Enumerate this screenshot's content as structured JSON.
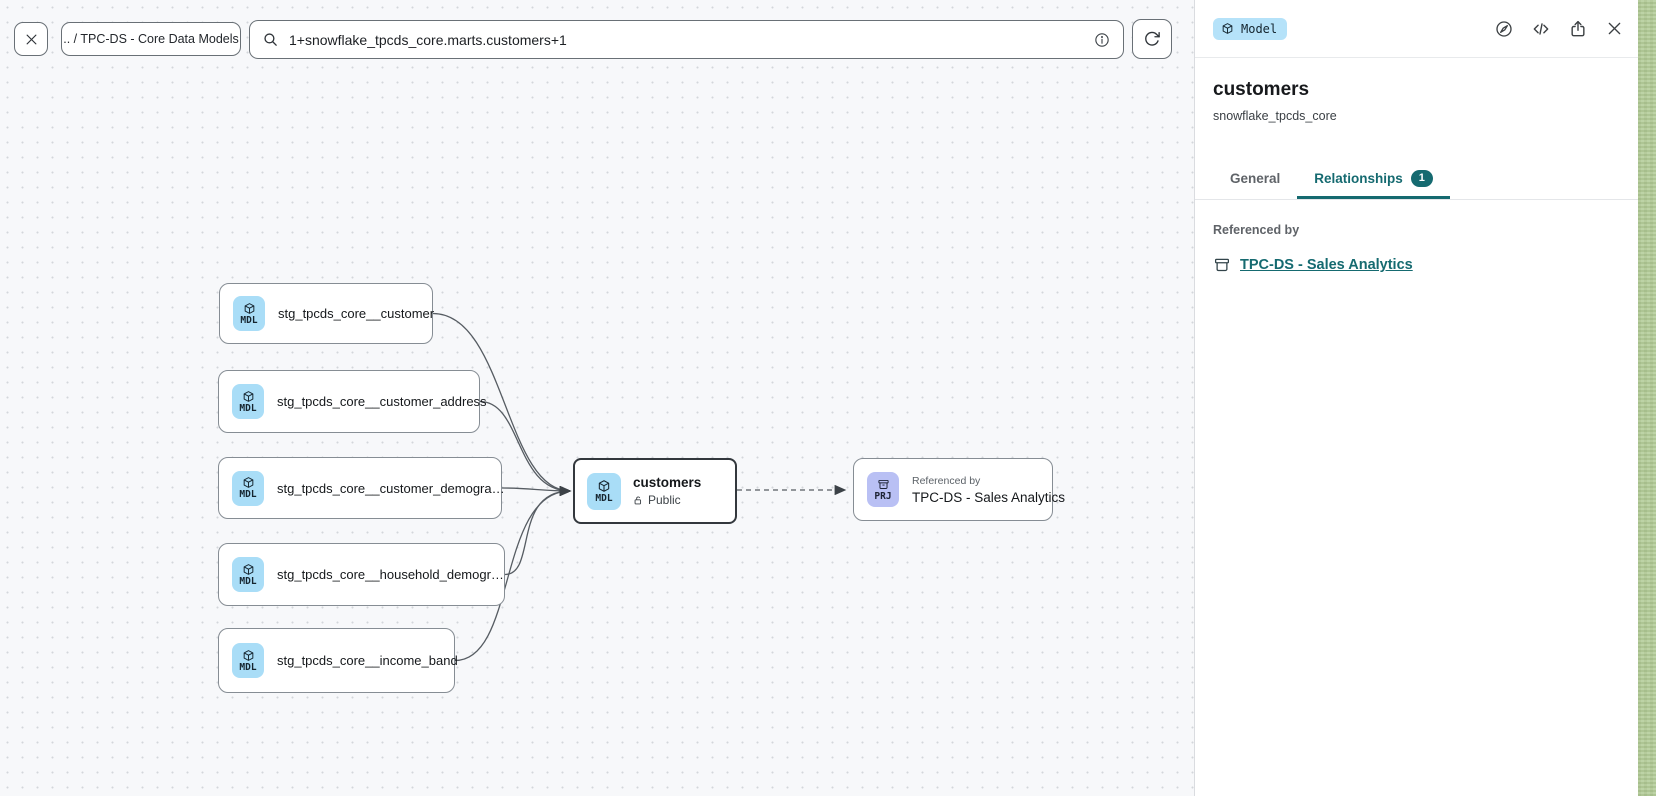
{
  "toolbar": {
    "breadcrumb": ".. / TPC-DS - Core Data Models",
    "search_value": "1+snowflake_tpcds_core.marts.customers+1"
  },
  "graph": {
    "upstream_nodes": [
      {
        "badge": "MDL",
        "label": "stg_tpcds_core__customer"
      },
      {
        "badge": "MDL",
        "label": "stg_tpcds_core__customer_address"
      },
      {
        "badge": "MDL",
        "label": "stg_tpcds_core__customer_demogra…"
      },
      {
        "badge": "MDL",
        "label": "stg_tpcds_core__household_demogr…"
      },
      {
        "badge": "MDL",
        "label": "stg_tpcds_core__income_band"
      }
    ],
    "selected_node": {
      "badge": "MDL",
      "label": "customers",
      "access": "Public"
    },
    "downstream_node": {
      "badge": "PRJ",
      "overline": "Referenced by",
      "label": "TPC-DS - Sales Analytics"
    }
  },
  "panel": {
    "type_badge": "Model",
    "title": "customers",
    "subtitle": "snowflake_tpcds_core",
    "tabs": [
      {
        "label": "General"
      },
      {
        "label": "Relationships",
        "count": "1"
      }
    ],
    "referenced_by_label": "Referenced by",
    "referenced_by_link": "TPC-DS - Sales Analytics"
  },
  "colors": {
    "accent_teal": "#156a70",
    "model_chip_blue": "#a9ddf7",
    "project_chip_lavender": "#b9c0f4",
    "badge_blue": "#b5e2f9",
    "canvas_bg": "#f7f8fa",
    "wallpaper_green": "#b7cf9e"
  }
}
